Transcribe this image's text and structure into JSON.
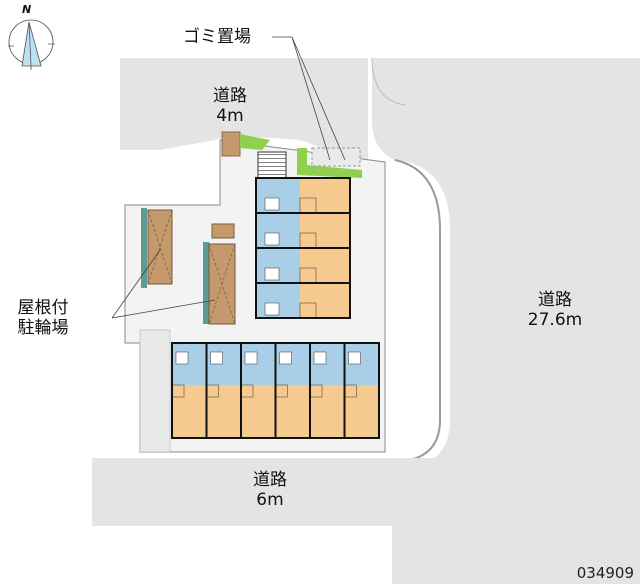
{
  "compass": {
    "north_label": "N"
  },
  "labels": {
    "garbage": "ゴミ置場",
    "road_top": {
      "name": "道路",
      "width": "4m"
    },
    "road_right": {
      "name": "道路",
      "width": "27.6m"
    },
    "bicycle_parking": {
      "line1": "屋根付",
      "line2": "駐輪場"
    },
    "road_bottom": {
      "name": "道路",
      "width": "6m"
    }
  },
  "property_code": "034909",
  "colors": {
    "road": "#e4e4e4",
    "site": "#f2f2f2",
    "wet_area": "#a9cfe8",
    "room": "#f6c98f",
    "roof": "#c49a6c",
    "green": "#8fd14f"
  },
  "buildings": {
    "top_block_units": 4,
    "bottom_block_units": 6
  }
}
